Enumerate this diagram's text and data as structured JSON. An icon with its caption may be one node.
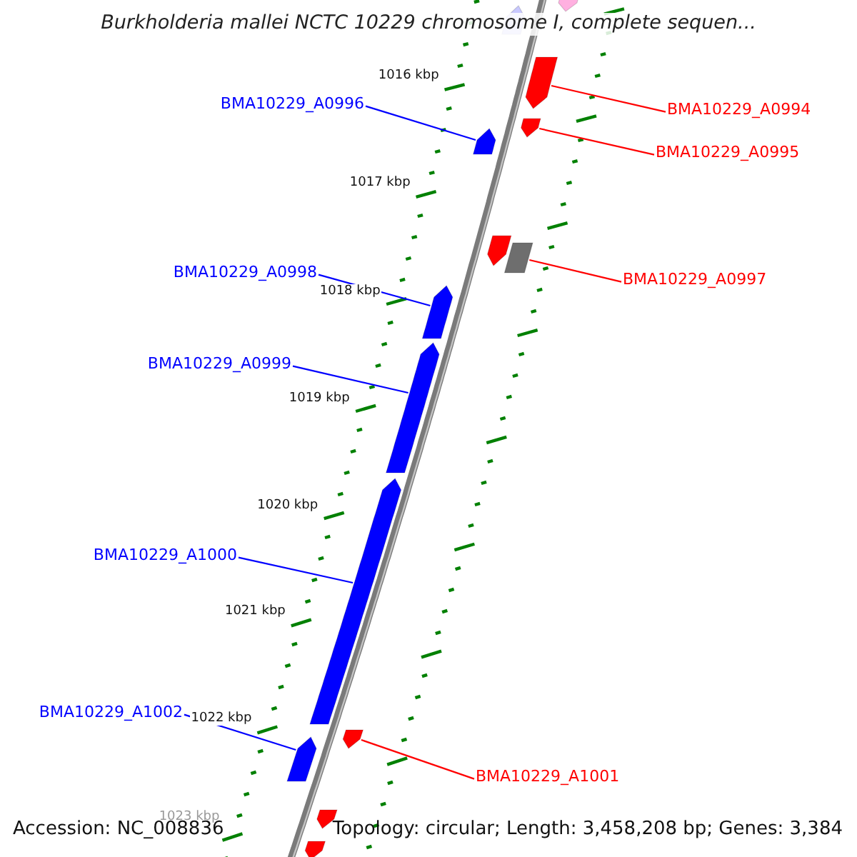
{
  "diagram": {
    "title": "Burkholderia mallei NCTC 10229 chromosome I, complete sequen...",
    "nodes": [
      {
        "text": [],
        "shape": "bar"
      },
      {
        "text": [],
        "shape": "bar"
      },
      {
        "text": [
          "BMA10229_A0994"
        ]
      },
      {
        "text": [],
        "shape": "bar"
      },
      {
        "text": [
          "BMA10229_A0996"
        ]
      },
      {
        "text": [
          "BMA10229_A0995"
        ]
      },
      {
        "text": [],
        "shape": "bar"
      },
      {
        "text": [],
        "shape": "bar"
      },
      {
        "text": [],
        "shape": "bar"
      },
      {
        "text": [],
        "shape": "box"
      },
      {
        "text": [
          "BMA10229_A0997"
        ]
      },
      {
        "text": [
          "BMA10229_A0998"
        ]
      },
      {
        "text": [],
        "shape": "bar"
      },
      {
        "text": [
          "BMA10229_A0999"
        ]
      },
      {
        "text": [],
        "shape": "bar"
      },
      {
        "text": [
          "BMA10229_A1000"
        ]
      },
      {
        "text": [],
        "shape": "bar"
      },
      {
        "text": [
          "BMA10229_A1002"
        ]
      },
      {
        "text": [],
        "shape": "bar"
      },
      {
        "text": [],
        "shape": "bar"
      },
      {
        "text": [
          "BMA10229_A1001"
        ]
      },
      {
        "text": [],
        "shape": "bar"
      },
      {
        "text": [],
        "shape": "bar"
      }
    ],
    "edges": [
      {
        "from": 2,
        "to": 3,
        "arrow": "none",
        "color": "#ff0000"
      },
      {
        "from": 4,
        "to": 7,
        "arrow": "none"
      },
      {
        "from": 5,
        "to": 6,
        "arrow": "none",
        "color": "#ff0000"
      },
      {
        "from": 10,
        "to": 9,
        "arrow": "none",
        "color": "#ff0000"
      },
      {
        "from": 11,
        "to": 12,
        "arrow": "none"
      },
      {
        "from": 13,
        "to": 14,
        "arrow": "none"
      },
      {
        "from": 15,
        "to": 16,
        "arrow": "none"
      },
      {
        "from": 17,
        "to": 19,
        "arrow": "none"
      },
      {
        "from": 20,
        "to": 18,
        "arrow": "none",
        "color": "#ff0000"
      }
    ],
    "labels": [
      "1016 kbp",
      "1017 kbp",
      "1018 kbp",
      "1019 kbp",
      "1020 kbp",
      "1021 kbp",
      "1022 kbp",
      "1023 kbp",
      "Accession: NC_008836",
      "Topology: circular; Length: 3,458,208 bp; Genes: 3,384"
    ]
  }
}
